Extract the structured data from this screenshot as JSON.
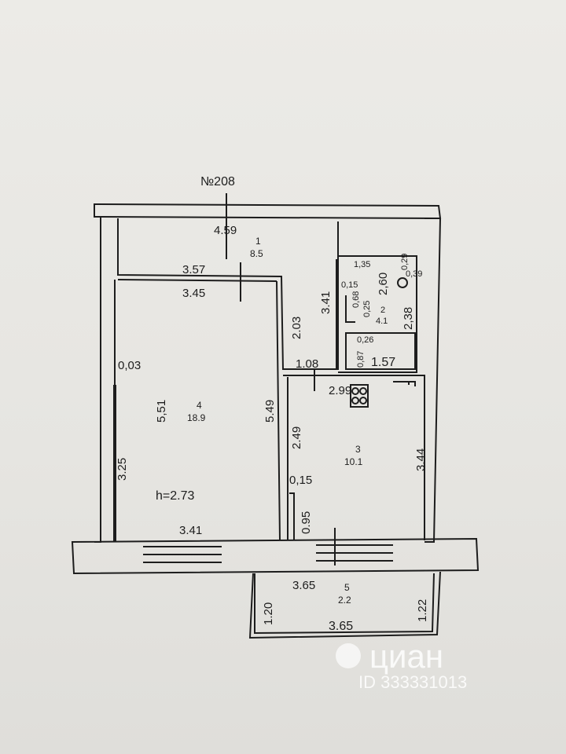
{
  "document": {
    "number_label": "№208",
    "ceiling_height": "h=2.73"
  },
  "rooms": [
    {
      "number": "1",
      "area": "8.5"
    },
    {
      "number": "2",
      "area": "4.1"
    },
    {
      "number": "3",
      "area": "10.1"
    },
    {
      "number": "4",
      "area": "18.9"
    },
    {
      "number": "5",
      "area": "2.2"
    }
  ],
  "dimensions": {
    "d459": "4.59",
    "d357": "3.57",
    "d345": "3.45",
    "d341_top": "3.41",
    "d203": "2.03",
    "d108": "1.08",
    "d003": "0,03",
    "d551": "5,51",
    "d549": "5.49",
    "d325": "3.25",
    "d341_bottom": "3.41",
    "d135": "1,35",
    "d029": "0,29",
    "d015_bath": "0,15",
    "d260": "2,60",
    "d039": "0,39",
    "d068": "0,68",
    "d025": "0,25",
    "d238": "2,38",
    "d026": "0,26",
    "d087": "0,87",
    "d157": "1.57",
    "d299": "2.99",
    "d249": "2.49",
    "d344": "3.44",
    "d015": "0,15",
    "d095": "0.95",
    "d365_top": "3.65",
    "d120": "1.20",
    "d122": "1.22",
    "d365_bottom": "3.65"
  },
  "watermark": {
    "brand": "циан",
    "listing_id": "ID 333331013"
  },
  "colors": {
    "paper": "#e9e8e4",
    "ink": "#1d1d1d",
    "watermark": "#ffffff"
  }
}
